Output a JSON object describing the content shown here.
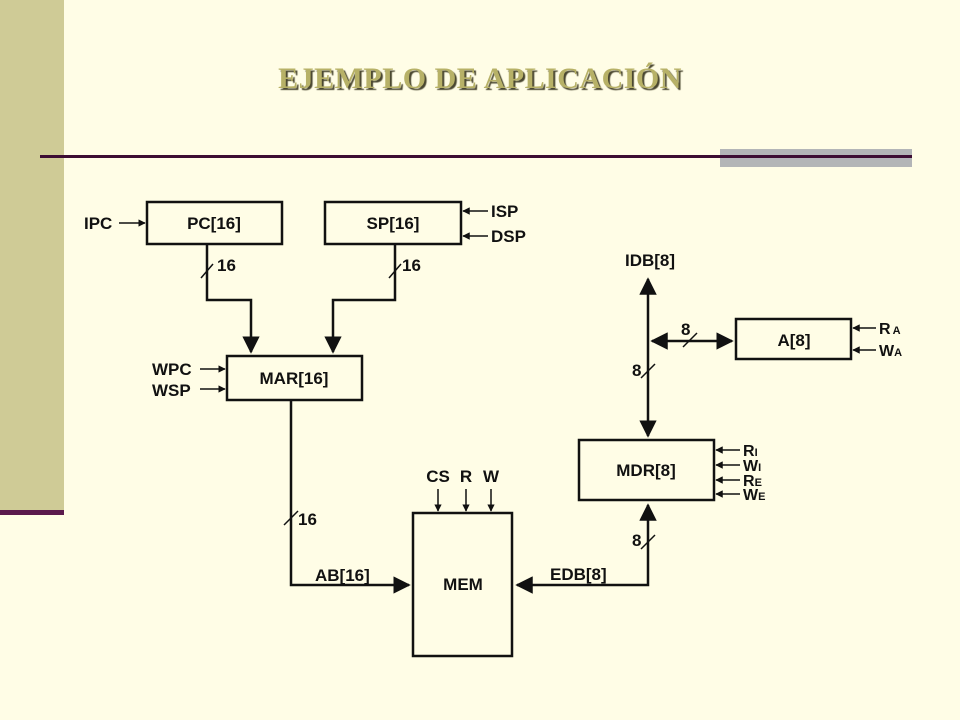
{
  "title": "EJEMPLO DE APLICACIÓN",
  "blocks": {
    "pc": "PC[16]",
    "sp": "SP[16]",
    "mar": "MAR[16]",
    "mem": "MEM",
    "mdr": "MDR[8]",
    "a": "A[8]"
  },
  "signals": {
    "ipc": "IPC",
    "isp": "ISP",
    "dsp": "DSP",
    "wpc": "WPC",
    "wsp": "WSP",
    "cs": "CS",
    "r": "R",
    "w": "W",
    "ri": {
      "main": "R",
      "sub": "I"
    },
    "wi": {
      "main": "W",
      "sub": "I"
    },
    "re": {
      "main": "R",
      "sub": "E"
    },
    "we": {
      "main": "W",
      "sub": "E"
    },
    "ra": {
      "main": "R",
      "sub": "A"
    },
    "wa": {
      "main": "W",
      "sub": "A"
    }
  },
  "buses": {
    "pc_width": "16",
    "sp_width": "16",
    "ab_width": "16",
    "ab": "AB[16]",
    "edb": "EDB[8]",
    "edb_width": "8",
    "idb": "IDB[8]",
    "idb_width": "8",
    "a_width": "8"
  }
}
